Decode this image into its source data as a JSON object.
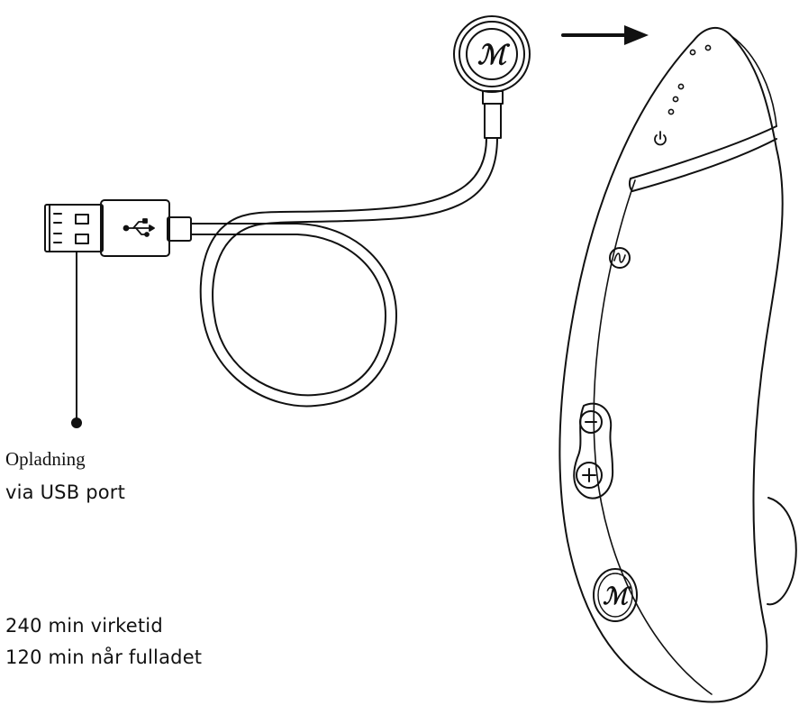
{
  "labels": {
    "charging_line1": "Opladning",
    "charging_line2": "via USB port",
    "runtime_line1": "240 min virketid",
    "runtime_line2": "120 min når fulladet"
  },
  "icons": {
    "logo_glyph": "ℳ",
    "usb_symbol": "⭍"
  },
  "colors": {
    "stroke": "#111111",
    "background": "#ffffff"
  }
}
